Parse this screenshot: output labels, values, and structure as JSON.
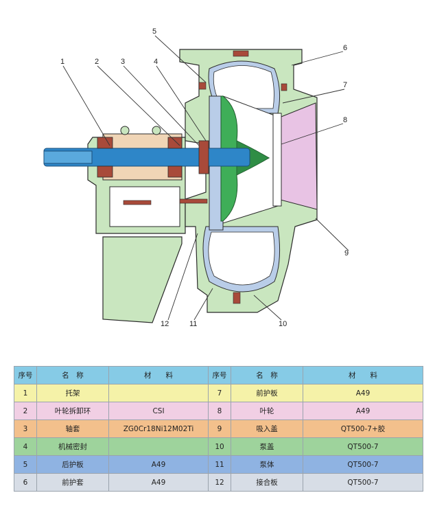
{
  "callouts": [
    "1",
    "2",
    "3",
    "4",
    "5",
    "6",
    "7",
    "8",
    "9",
    "10",
    "11",
    "12"
  ],
  "table": {
    "headers": [
      "序号",
      "名　称",
      "材　　料",
      "序号",
      "名　称",
      "材　　料"
    ],
    "rows": [
      {
        "no1": "1",
        "name1": "托架",
        "mat1": "",
        "no2": "7",
        "name2": "前护板",
        "mat2": "A49"
      },
      {
        "no1": "2",
        "name1": "叶轮拆卸环",
        "mat1": "CSI",
        "no2": "8",
        "name2": "叶轮",
        "mat2": "A49"
      },
      {
        "no1": "3",
        "name1": "轴套",
        "mat1": "ZG0Cr18Ni12M02Ti",
        "no2": "9",
        "name2": "吸入盖",
        "mat2": "QT500-7+胶"
      },
      {
        "no1": "4",
        "name1": "机械密封",
        "mat1": "",
        "no2": "10",
        "name2": "泵盖",
        "mat2": "QT500-7"
      },
      {
        "no1": "5",
        "name1": "后护板",
        "mat1": "A49",
        "no2": "11",
        "name2": "泵体",
        "mat2": "QT500-7"
      },
      {
        "no1": "6",
        "name1": "前护套",
        "mat1": "A49",
        "no2": "12",
        "name2": "接合板",
        "mat2": "QT500-7"
      }
    ]
  },
  "colors": {
    "casing": "#c9e6bf",
    "liner": "#b9cde8",
    "impeller": "#3fae58",
    "shaft": "#2e86c8",
    "bearing_red": "#a84a3a",
    "inlet": "#e8c3e4",
    "outline": "#2a2a2a"
  }
}
